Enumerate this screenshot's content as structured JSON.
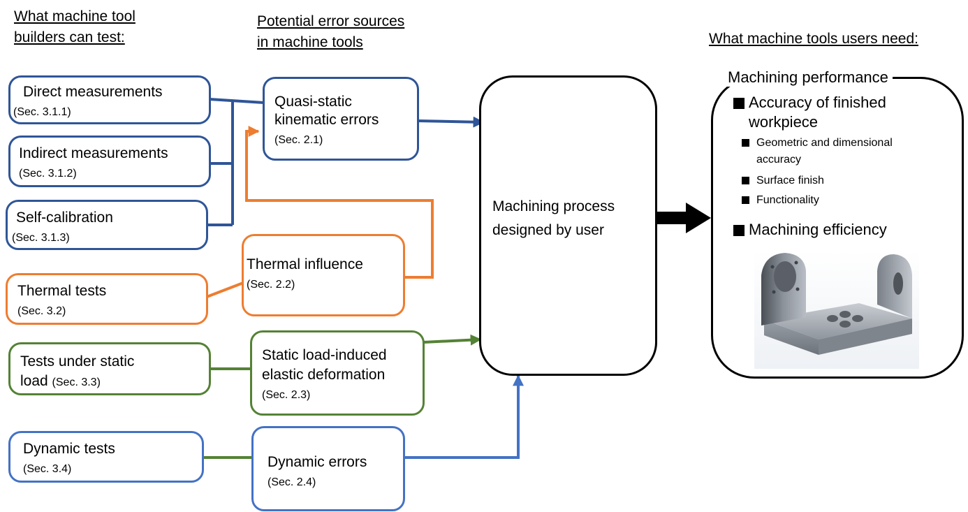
{
  "headers": {
    "builders": [
      "What machine tool",
      "builders can test:"
    ],
    "sources": [
      "Potential error sources",
      "in machine tools"
    ],
    "users": "What machine tools users need:"
  },
  "tests": {
    "direct": {
      "label": "Direct measurements",
      "sec": "(Sec. 3.1.1)"
    },
    "indirect": {
      "label": "Indirect measurements",
      "sec": "(Sec. 3.1.2)"
    },
    "self": {
      "label": "Self-calibration",
      "sec": "(Sec. 3.1.3)"
    },
    "thermal": {
      "label": "Thermal tests",
      "sec": "(Sec. 3.2)"
    },
    "static": {
      "label1": "Tests under static",
      "label2": "load",
      "sec": "(Sec. 3.3)"
    },
    "dynamic": {
      "label": "Dynamic tests",
      "sec": "(Sec. 3.4)"
    }
  },
  "sources": {
    "kinematic": {
      "label1": "Quasi-static",
      "label2": "kinematic errors",
      "sec": "(Sec. 2.1)"
    },
    "thermal": {
      "label": "Thermal influence",
      "sec": "(Sec. 2.2)"
    },
    "elastic": {
      "label1": "Static load-induced",
      "label2": "elastic deformation",
      "sec": "(Sec. 2.3)"
    },
    "dynamic": {
      "label": "Dynamic errors",
      "sec": "(Sec. 2.4)"
    }
  },
  "process": {
    "line1": "Machining process",
    "line2": "designed by user"
  },
  "performance": {
    "title": "Machining performance",
    "accuracy": [
      "Accuracy of finished",
      "workpiece"
    ],
    "sub": {
      "geometric": [
        "Geometric and dimensional",
        "accuracy"
      ],
      "surface": "Surface finish",
      "functionality": "Functionality"
    },
    "efficiency": "Machining efficiency"
  },
  "colors": {
    "blue": "#2f5597",
    "orange": "#ed7d31",
    "green": "#548235",
    "light_blue": "#4472c4",
    "black": "#000000"
  }
}
